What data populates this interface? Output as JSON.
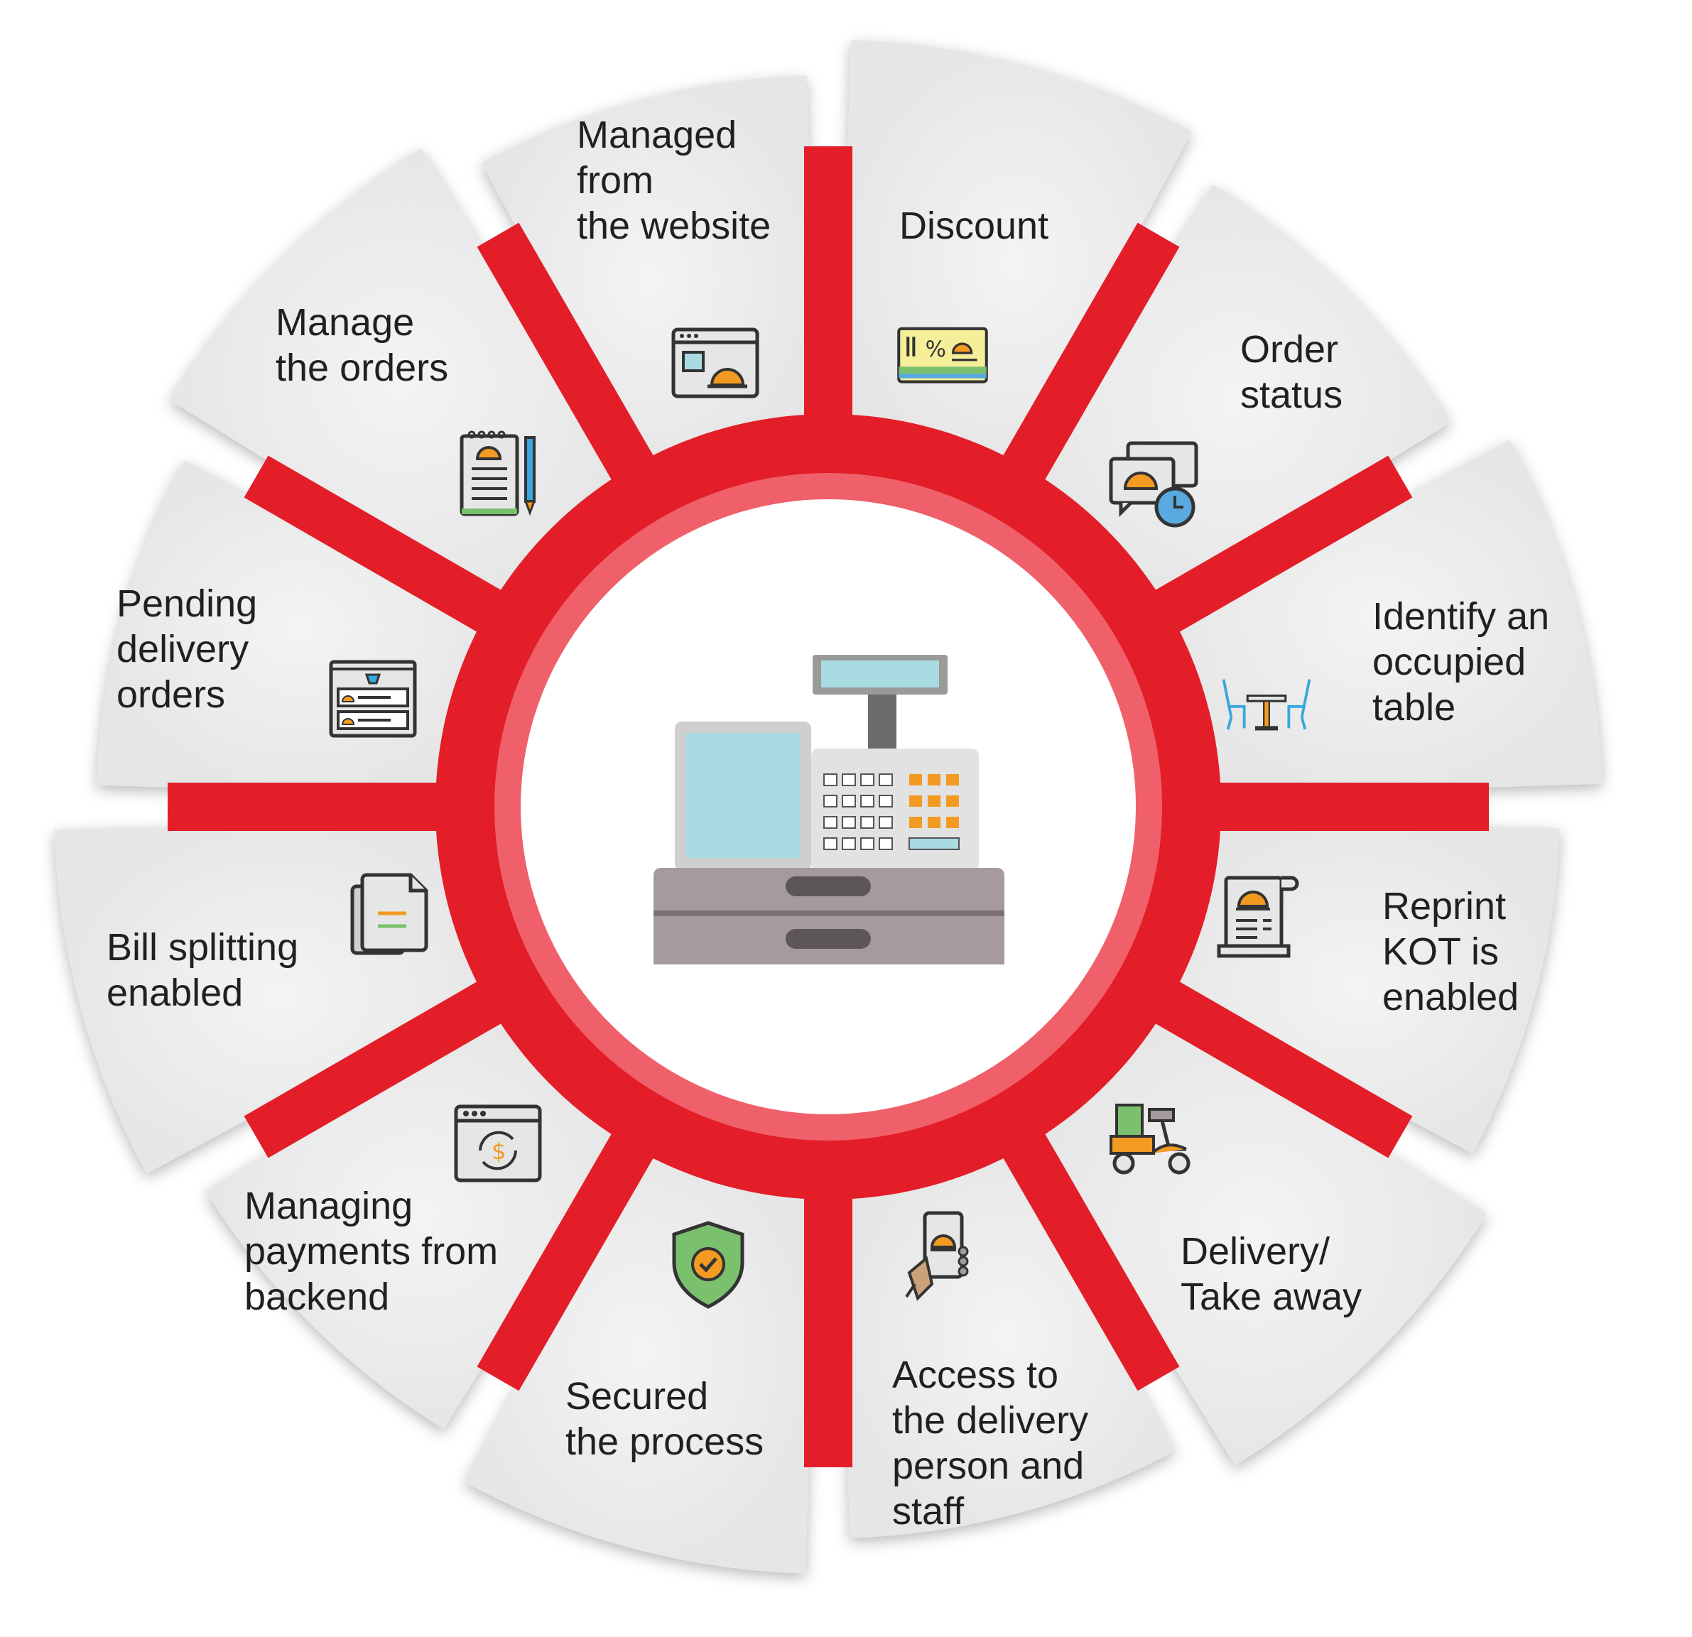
{
  "diagram": {
    "colors": {
      "spoke_red": "#e31e28",
      "ring_dark_red": "#d9161f",
      "ring_light_red": "#f0606a",
      "segment_grey": "#eeeeee",
      "text": "#231f20"
    },
    "center": {
      "icon": "cash-register-icon"
    },
    "segments": [
      {
        "id": "website",
        "label": "Managed\nfrom\nthe website",
        "icon": "browser-cloche-icon"
      },
      {
        "id": "discount",
        "label": "Discount",
        "icon": "discount-card-icon"
      },
      {
        "id": "status",
        "label": "Order\nstatus",
        "icon": "chat-clock-icon"
      },
      {
        "id": "table",
        "label": "Identify an\noccupied\ntable",
        "icon": "table-chairs-icon"
      },
      {
        "id": "kot",
        "label": "Reprint\nKOT is\nenabled",
        "icon": "receipt-icon"
      },
      {
        "id": "delivery",
        "label": "Delivery/\nTake away",
        "icon": "scooter-icon"
      },
      {
        "id": "access",
        "label": "Access to\nthe delivery\nperson and\nstaff",
        "icon": "phone-hand-icon"
      },
      {
        "id": "secured",
        "label": "Secured\nthe process",
        "icon": "shield-check-icon"
      },
      {
        "id": "payments",
        "label": "Managing\npayments from\nbackend",
        "icon": "browser-payment-icon"
      },
      {
        "id": "split",
        "label": "Bill splitting\nenabled",
        "icon": "documents-icon"
      },
      {
        "id": "pending",
        "label": "Pending\ndelivery\norders",
        "icon": "order-list-icon"
      },
      {
        "id": "manage",
        "label": "Manage\nthe orders",
        "icon": "notepad-pen-icon"
      }
    ]
  }
}
